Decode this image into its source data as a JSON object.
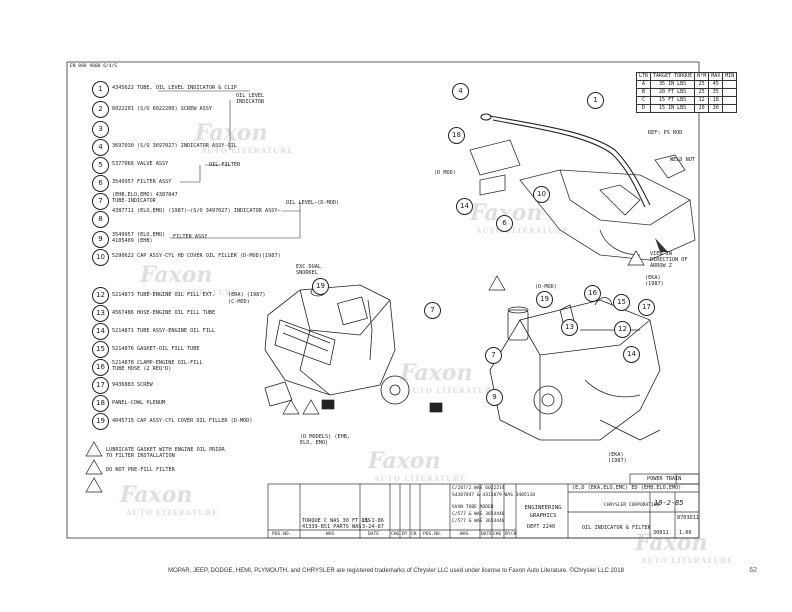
{
  "header": {
    "sheet_ref": "EN 888 9808 6/4/S"
  },
  "parts": [
    {
      "n": "1",
      "text": "4345622 TUBE, OIL LEVEL INDICATOR & CLIP"
    },
    {
      "n": "2",
      "text": "6022201 (S/O 6022200) SCREW ASSY"
    },
    {
      "n": "3",
      "text": ""
    },
    {
      "n": "4",
      "text": "3697030 (S/O 3697027) INDICATOR ASSY-OIL"
    },
    {
      "n": "5",
      "text": "5377066 VALVE ASSY"
    },
    {
      "n": "6",
      "text": "3549957 FILTER ASSY"
    },
    {
      "n": "7",
      "text": "(EHB,ELO,EMO) 4387847 TUBE-INDICATOR"
    },
    {
      "n": "8",
      "text": "4387711 (ELO,EMO) (1987)—(S/O 3497027) INDICATOR ASSY—"
    },
    {
      "n": "9",
      "text": "3549957 (ELO,EMO) 4105409 (EHB)"
    },
    {
      "n": "10",
      "text": "5290622 CAP ASSY-CYL HD COVER OIL FILLER (D-MOD)(1987)"
    },
    {
      "n": "12",
      "text": "5214873 TUBE-ENGINE OIL FILL EXT."
    },
    {
      "n": "13",
      "text": "4567486 HOSE-ENGINE OIL FILL TUBE"
    },
    {
      "n": "14",
      "text": "5214871 TUBE ASSY-ENGINE OIL FILL"
    },
    {
      "n": "15",
      "text": "5214876 GASKET-OIL FILL TUBE"
    },
    {
      "n": "16",
      "text": "5214878 CLAMP-ENGINE OIL-FILL TUBE HOSE (2 REQ'D)"
    },
    {
      "n": "17",
      "text": "9436883 SCREW"
    },
    {
      "n": "18",
      "text": "PANEL-COWL PLENUM"
    },
    {
      "n": "19",
      "text": "4045715 CAP ASSY-CYL COVER OIL FILLER (D-MOD)"
    }
  ],
  "callouts": {
    "oil_level_indicator": "OIL LEVEL INDICATOR",
    "oil_filter": "OIL FILTER",
    "oil_level_dmod": "OIL LEVEL—(D-MOD)",
    "filter_assy": "FILTER ASSY",
    "era_1987": "(ERA) (1987)",
    "cmod": "(C-MOD)",
    "d_mod_left": "(D MOD)",
    "d_mod_center": "(D-MOD)",
    "weld_nut": "WELD NUT",
    "exc_dual": "EXC DUAL SNORKEL",
    "view_dir": "VIEW IN DIRECTION OF ARROW Z",
    "era_right": "(EKA) (1987)",
    "era_bottom": "(EKA) (1987)",
    "d_models": "(D MODELS) (EHB, ELO, EMO)",
    "ref_note": "REF: PS ROD"
  },
  "notes": [
    {
      "n": "1",
      "text": "LUBRICATE GASKET WITH ENGINE OIL PRIOR TO FILTER INSTALLATION"
    },
    {
      "n": "2",
      "text": "DO NOT PRE-FILL FILTER"
    },
    {
      "n": "3",
      "text": ""
    }
  ],
  "torque_table": {
    "headers": [
      "LTR",
      "TARGET TORQUE",
      "N*M",
      "MAX",
      "MIN"
    ],
    "rows": [
      [
        "A",
        "35 IN LBS",
        "25",
        "45",
        ""
      ],
      [
        "B",
        "20 FT LBS",
        "25",
        "35",
        ""
      ],
      [
        "C",
        "15 FT LBS",
        "12",
        "18",
        ""
      ],
      [
        "D",
        "15 IN LBS",
        "20",
        "30",
        ""
      ]
    ]
  },
  "title_block": {
    "power_train": "POWER TRAIN",
    "engineering": "ENGINEERING GRAPHICS",
    "dept": "DEPT 2240",
    "model_line": "(E,D (EKA,ELO,EMC) ED (EHB,ELO,EMO)",
    "company": "CHRYSLER CORPORATION",
    "date": "10-2-85",
    "title": "OIL INDICATOR & FILTER",
    "sheet_no": "8703D11",
    "section": "30811",
    "page": "1.00",
    "rev_rows": [
      [
        "TORQUE C WAS 30 FT LBS",
        "11-1-86"
      ],
      [
        "41339-B51 PARTS WAS",
        "3-24-87"
      ]
    ],
    "change_rows": [
      "C/287/2 WAS 6022214",
      "S4387847 & 4315879 WAS 3405110",
      "SVAN TUBE ADDED",
      "C/577 & WAS 3654440",
      "C/577 & WAS 3654440"
    ],
    "col_labels": [
      "POS.NO.",
      "WAS",
      "DATE",
      "CHG",
      "BY",
      "CK",
      "POS.NO.",
      "WAS",
      "DATE",
      "CHG",
      "BY",
      "CK"
    ]
  },
  "watermark": {
    "brand": "Faxon",
    "sub": "AUTO LITERATURE"
  },
  "footer": "MOPAR, JEEP, DODGE, HEMI, PLYMOUTH, and CHRYSLER are registered trademarks of Chrysler LLC used under license to Faxon Auto Literature. ©Chrysler LLC 2018",
  "page_number": "62"
}
